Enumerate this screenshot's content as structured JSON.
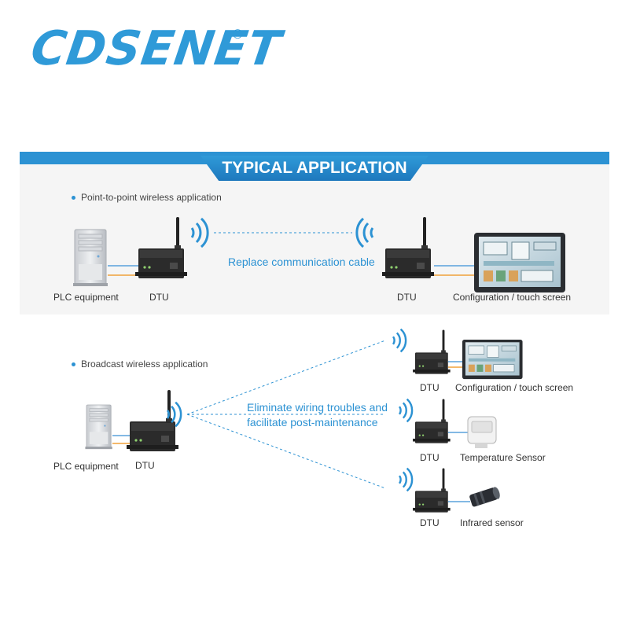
{
  "brand": {
    "logo_text": "CDSENET",
    "registered_mark": "®",
    "color": "#2f9ad8"
  },
  "header": {
    "title": "TYPICAL APPLICATION",
    "accent_color": "#2c92d3"
  },
  "section1": {
    "title": "Point-to-point wireless application",
    "left_device": "PLC equipment",
    "dtu_left": "DTU",
    "dtu_right": "DTU",
    "link_caption": "Replace communication cable",
    "right_device": "Configuration / touch screen"
  },
  "section2": {
    "title": "Broadcast wireless application",
    "source_device": "PLC equipment",
    "source_dtu": "DTU",
    "caption_line1": "Eliminate wiring troubles and",
    "caption_line2": "facilitate post-maintenance",
    "targets": [
      {
        "dtu": "DTU",
        "device": "Configuration / touch screen"
      },
      {
        "dtu": "DTU",
        "device": "Temperature Sensor"
      },
      {
        "dtu": "DTU",
        "device": "Infrared sensor"
      }
    ]
  }
}
